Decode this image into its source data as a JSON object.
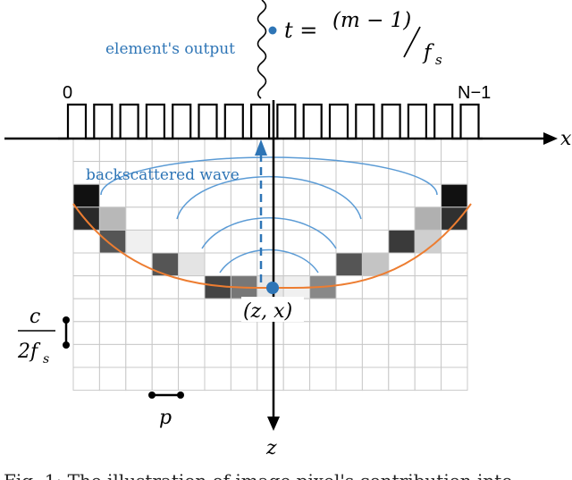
{
  "diagram": {
    "element_output_label": "element's output",
    "time_formula": {
      "lhs": "t =",
      "numerator": "(m − 1)",
      "denominator": "f",
      "denominator_sub": "s"
    },
    "first_element_label": "0",
    "last_element_label": "N−1",
    "x_axis_label": "x",
    "z_axis_label": "z",
    "backscatter_label": "backscattered wave",
    "pixel_label": "(z, x)",
    "vertical_spacing": {
      "numerator": "c",
      "denominator": "2f",
      "denominator_sub": "s"
    },
    "horizontal_spacing": "p",
    "caption": "Fig. 1: The illustration of image pixel's contribution into",
    "colors": {
      "line": "#000000",
      "accent_blue": "#2e75b6",
      "wave_blue": "#5b9bd5",
      "curve_orange": "#ed7d31",
      "grid": "#c8c8c8"
    }
  }
}
